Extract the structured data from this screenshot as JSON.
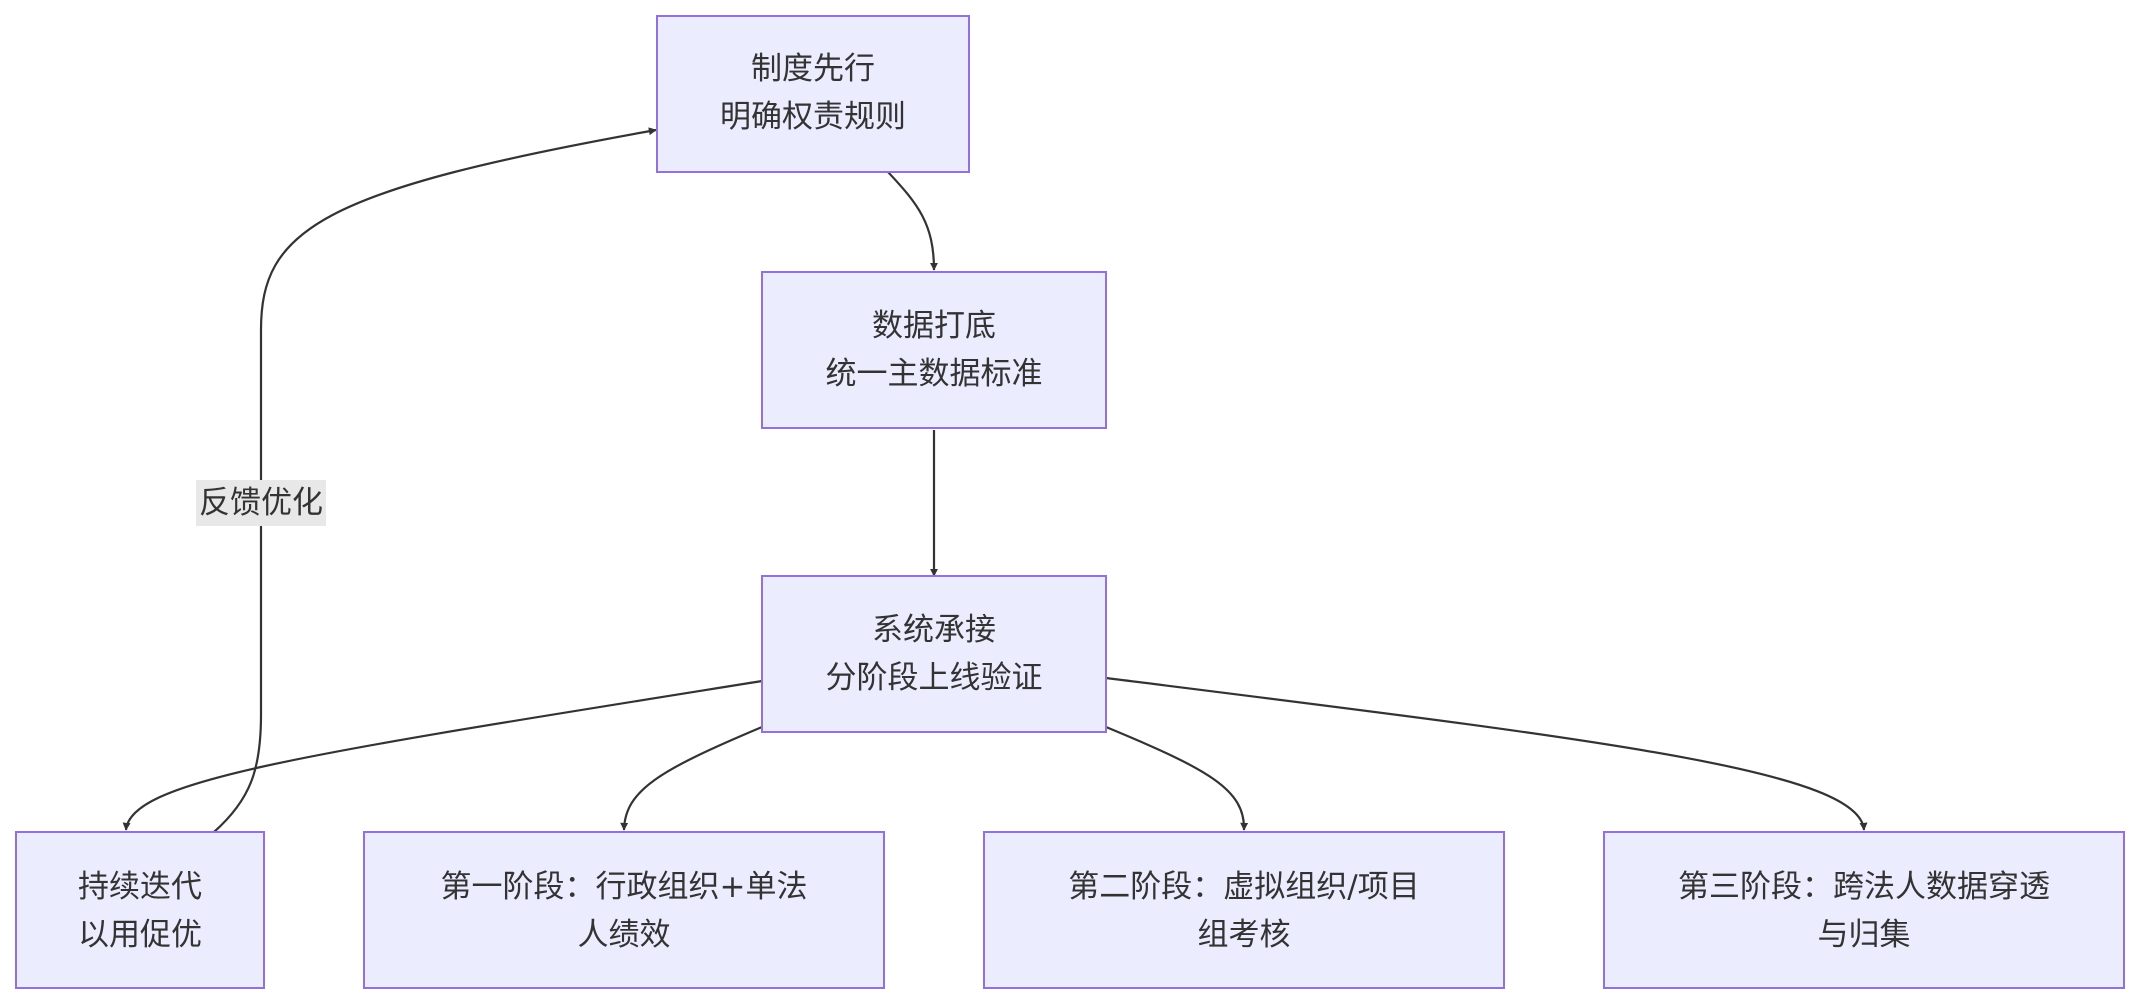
{
  "nodes": {
    "policy": {
      "line1": "制度先行",
      "line2": "明确权责规则"
    },
    "data": {
      "line1": "数据打底",
      "line2": "统一主数据标准"
    },
    "system": {
      "line1": "系统承接",
      "line2": "分阶段上线验证"
    },
    "iterate": {
      "line1": "持续迭代",
      "line2": "以用促优"
    },
    "phase1": {
      "line1": "第一阶段：行政组织+单法",
      "line2": "人绩效"
    },
    "phase2": {
      "line1": "第二阶段：虚拟组织/项目",
      "line2": "组考核"
    },
    "phase3": {
      "line1": "第三阶段：跨法人数据穿透",
      "line2": "与归集"
    }
  },
  "edges": {
    "feedback_label": "反馈优化"
  },
  "colors": {
    "node_fill": "#ECECFF",
    "node_stroke": "#9370DB",
    "edge": "#333333",
    "label_bg": "#e8e8e8"
  }
}
